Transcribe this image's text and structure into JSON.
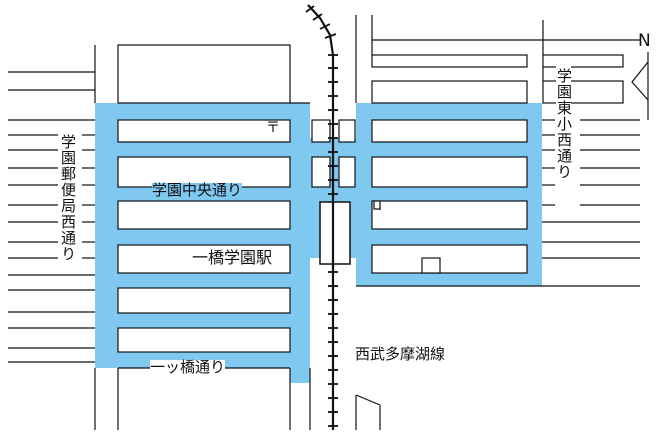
{
  "map": {
    "north_label": "N",
    "post_office_symbol": "〒",
    "station_name": "一橋学園駅",
    "railway_name": "西武多摩湖線",
    "streets": {
      "gakuen_chuo": "学園中央通り",
      "hitotsubashi": "一ッ橋通り",
      "gakuen_yubinkyoku_nishi": "学園郵便局西通り",
      "gakuen_higashi_shonishi": "学園東小西通り"
    }
  },
  "colors": {
    "highlight_area": "#7fc8ef",
    "street_lines": "#111111",
    "railway": "#111111",
    "background": "#ffffff"
  },
  "icons": [
    "north-arrow-icon",
    "post-office-icon",
    "railway-track-icon"
  ]
}
